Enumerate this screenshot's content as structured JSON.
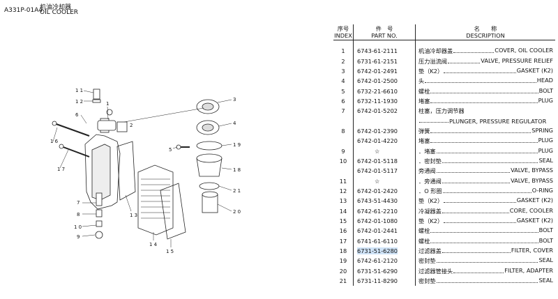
{
  "header": {
    "code": "A331P-01A4",
    "title_cn": "机油冷却器",
    "title_en": "OIL COOLER"
  },
  "columns": {
    "index_cn": "序号",
    "index_en": "INDEX",
    "part_cn": "件　号",
    "part_en": "PART NO.",
    "desc_cn": "名　　称",
    "desc_en": "DESCRIPTION"
  },
  "rows": [
    {
      "idx": "1",
      "part": "6743-61-2111",
      "cn": "机油冷却器盖",
      "en": "COVER, OIL COOLER"
    },
    {
      "idx": "2",
      "part": "6731-61-2151",
      "cn": "压力溢流阀",
      "en": "VALVE, PRESSURE RELIEF"
    },
    {
      "idx": "3",
      "part": "6742-01-2491",
      "cn": "垫（K2）",
      "en": "GASKET (K2)"
    },
    {
      "idx": "4",
      "part": "6742-01-2500",
      "cn": "头",
      "en": "HEAD"
    },
    {
      "idx": "5",
      "part": "6732-21-6610",
      "cn": "螺栓",
      "en": "BOLT"
    },
    {
      "idx": "6",
      "part": "6732-11-1930",
      "cn": "堵塞",
      "en": "PLUG"
    },
    {
      "idx": "7",
      "part": "6742-01-5202",
      "cn": "柱塞，压力调节器",
      "en": ""
    },
    {
      "idx": "",
      "part": "",
      "cn": "",
      "en": "PLUNGER, PRESSURE REGULATOR",
      "cont": true
    },
    {
      "idx": "8",
      "part": "6742-01-2390",
      "cn": "弹簧",
      "en": "SPRING"
    },
    {
      "idx": "",
      "part": "6742-01-4220",
      "cn": "堵塞",
      "en": "PLUG"
    },
    {
      "idx": "9",
      "part": "☆",
      "cn": "．堵塞",
      "en": "PLUG"
    },
    {
      "idx": "10",
      "part": "6742-01-5118",
      "cn": "．密封垫",
      "en": "SEAL"
    },
    {
      "idx": "",
      "part": "6742-01-5117",
      "cn": "旁通阀",
      "en": "VALVE, BYPASS"
    },
    {
      "idx": "11",
      "part": "☆",
      "cn": "．旁通阀",
      "en": "VALVE, BYPASS"
    },
    {
      "idx": "12",
      "part": "6742-01-2420",
      "cn": "．O 形圈",
      "en": "O-RING"
    },
    {
      "idx": "13",
      "part": "6743-51-4430",
      "cn": "垫（K2）",
      "en": "GASKET (K2)"
    },
    {
      "idx": "14",
      "part": "6742-61-2210",
      "cn": "冷凝器盖",
      "en": "CORE, COOLER"
    },
    {
      "idx": "15",
      "part": "6742-01-1080",
      "cn": "垫（K2）",
      "en": "GASKET (K2)"
    },
    {
      "idx": "16",
      "part": "6742-01-2441",
      "cn": "螺栓",
      "en": "BOLT"
    },
    {
      "idx": "17",
      "part": "6741-61-6110",
      "cn": "螺栓",
      "en": "BOLT"
    },
    {
      "idx": "18",
      "part": "6731-51-6280",
      "cn": "过滤器盖",
      "en": "FILTER, COVER",
      "highlight": true
    },
    {
      "idx": "19",
      "part": "6742-61-2120",
      "cn": "密封垫",
      "en": "SEAL"
    },
    {
      "idx": "20",
      "part": "6731-51-6290",
      "cn": "过滤器管接头",
      "en": "FILTER, ADAPTER"
    },
    {
      "idx": "21",
      "part": "6731-11-8290",
      "cn": "密封垫",
      "en": "SEAL"
    }
  ],
  "callouts": [
    "1",
    "2",
    "3",
    "4",
    "5",
    "6",
    "7",
    "8",
    "9",
    "10",
    "11",
    "12",
    "13",
    "14",
    "15",
    "16",
    "17",
    "18",
    "19",
    "20",
    "21"
  ]
}
